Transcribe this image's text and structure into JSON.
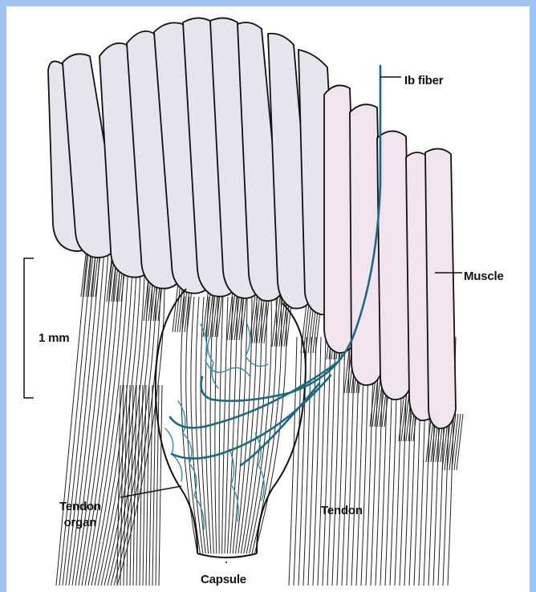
{
  "background_color": "#9dc4f2",
  "fiber_color": "#176b82",
  "muscle_color": "#e6e4ec",
  "labels": {
    "ib_fiber": "Ib fiber",
    "muscle": "Muscle",
    "scale": "1 mm",
    "tendon_organ": "Tendon\norgan",
    "tendon": "Tendon",
    "capsule": "Capsule"
  }
}
